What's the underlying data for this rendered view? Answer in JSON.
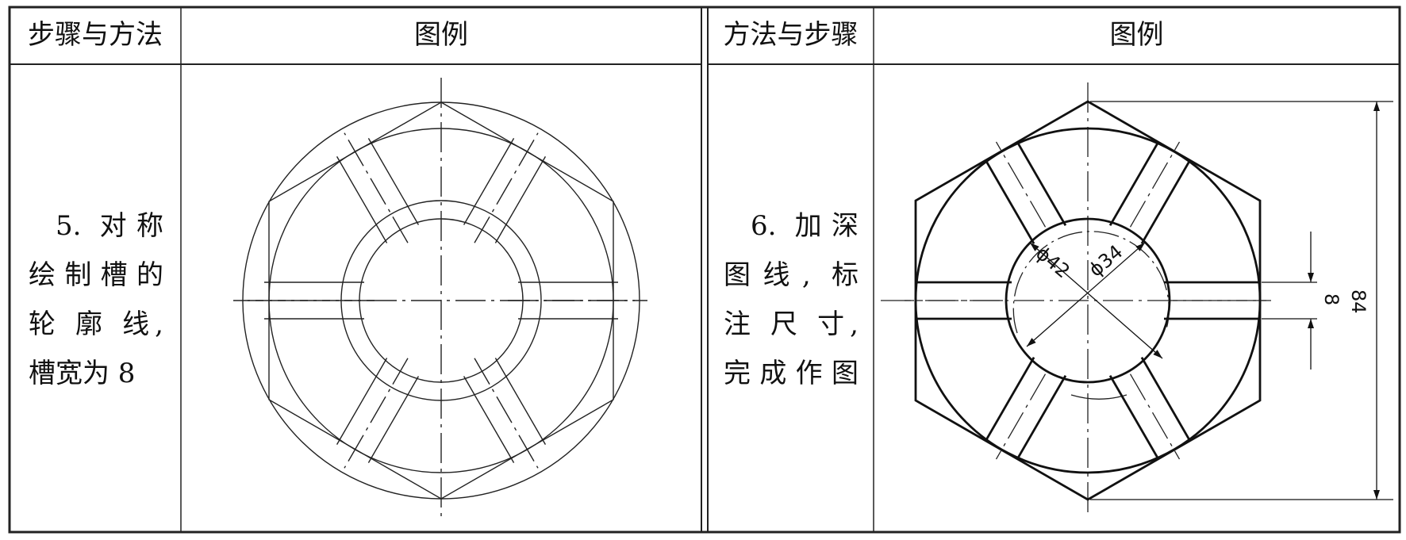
{
  "left": {
    "header_method": "步骤与方法",
    "header_figure": "图例",
    "step_lines": [
      "5. 对称",
      "绘制槽的",
      "轮 廓 线,",
      "槽宽为 8"
    ]
  },
  "right": {
    "header_method": "方法与步骤",
    "header_figure": "图例",
    "step_lines": [
      "6. 加深",
      "图线, 标",
      "注 尺 寸,",
      "完成作图"
    ],
    "dimensions": {
      "dia_outer": "ϕ42",
      "dia_inner": "ϕ34",
      "slot_width": "8",
      "across_corners": "84"
    }
  }
}
